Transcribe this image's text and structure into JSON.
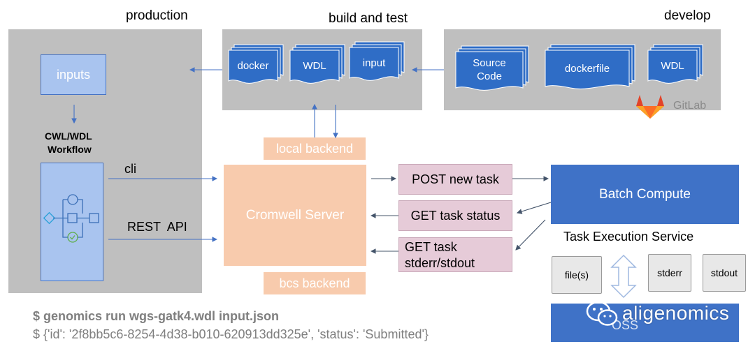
{
  "stages": {
    "production": "production",
    "build_and_test": "build and test",
    "develop": "develop"
  },
  "production": {
    "inputs_label": "inputs",
    "workflow_label_line1": "CWL/WDL",
    "workflow_label_line2": "Workflow"
  },
  "build": {
    "docs": [
      "docker",
      "WDL",
      "input"
    ]
  },
  "develop": {
    "docs": [
      "Source\nCode",
      "dockerfile",
      "WDL"
    ],
    "gitlab_label": "GitLab"
  },
  "connections": {
    "cli": "cli",
    "rest_api": "REST  API"
  },
  "cromwell": {
    "server_label": "Cromwell Server",
    "local_backend": "local backend",
    "bcs_backend": "bcs backend"
  },
  "requests": {
    "post": "POST new task",
    "get_status": "GET task status",
    "get_output_line1": "GET task",
    "get_output_line2": "stderr/stdout"
  },
  "batch": {
    "label": "Batch Compute",
    "service": "Task Execution Service",
    "files": "file(s)",
    "stderr": "stderr",
    "stdout": "stdout",
    "oss": "OSS"
  },
  "watermark": "aligenomics",
  "console": {
    "command": "$ genomics run wgs-gatk4.wdl input.json",
    "response": "$ {'id': '2f8bb5c6-8254-4d38-b010-620913dd325e', 'status': 'Submitted'}"
  },
  "colors": {
    "panel_gray": "#bfbfbf",
    "doc_blue": "#2f6dc6",
    "light_blue": "#a9c4ef",
    "peach": "#f8cbad",
    "pink": "#e6cbd8",
    "batch_blue": "#3f72c7",
    "arrow_blue": "#4472c4",
    "arrow_dark": "#44546a",
    "gitlab_orange": "#e2432a"
  }
}
